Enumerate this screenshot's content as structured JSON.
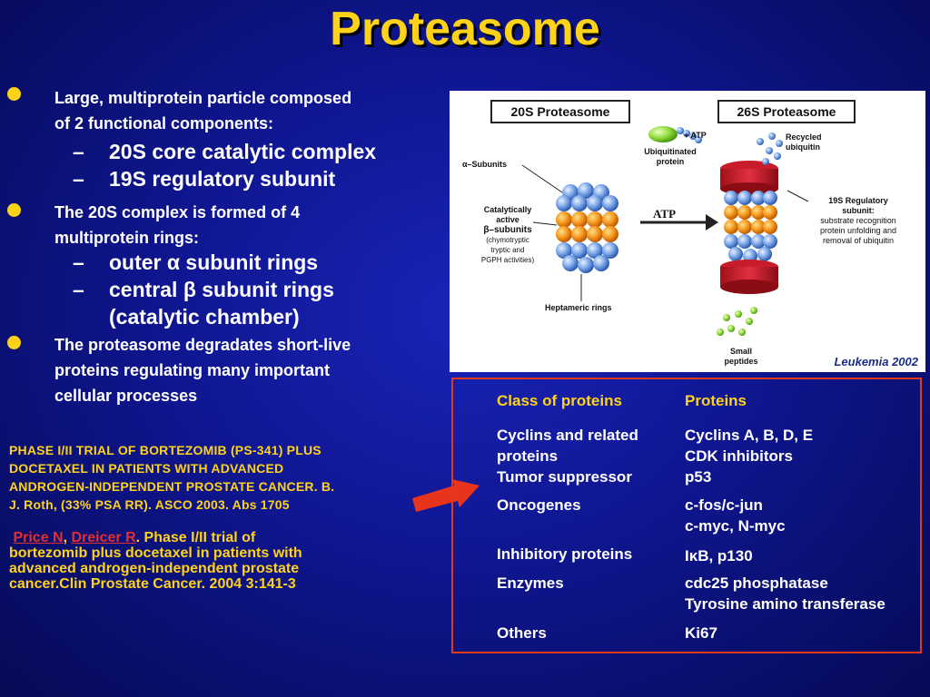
{
  "title": "Proteasome",
  "bullets": [
    {
      "text_line1": "Large, multiprotein particle composed",
      "text_line2": "of 2 functional components:"
    },
    {
      "sub1": "20S core catalytic complex",
      "sub2": "19S regulatory subunit"
    },
    {
      "text_line1": "The 20S complex is formed of 4",
      "text_line2": "multiprotein rings:"
    },
    {
      "sub1": "outer α subunit rings",
      "sub2": "central β subunit rings",
      "sub3": "(catalytic chamber)"
    },
    {
      "text_line1": "The proteasome degradates short-live",
      "text_line2": "proteins regulating many important",
      "text_line3": "cellular processes"
    }
  ],
  "dash": "–",
  "trial1": [
    "PHASE I/II TRIAL OF BORTEZOMIB (PS-341) PLUS",
    "DOCETAXEL IN PATIENTS WITH ADVANCED",
    "ANDROGEN-INDEPENDENT PROSTATE CANCER. B.",
    "J. Roth, (33% PSA RR). ASCO 2003. Abs 1705"
  ],
  "trial2": {
    "link1": "Price N",
    "sep": ", ",
    "link2": "Dreicer R",
    "rest_line1": ". Phase I/II trial of",
    "line2": "bortezomib plus docetaxel in patients with",
    "line3": "advanced androgen-independent prostate",
    "line4": "cancer.Clin Prostate Cancer. 2004 3:141-3"
  },
  "figure": {
    "title_20s": "20S Proteasome",
    "title_26s": "26S Proteasome",
    "alpha_subunits": "α–Subunits",
    "catalytic_1": "Catalytically",
    "catalytic_2": "active",
    "catalytic_3": "β–subunits",
    "catalytic_4": "(chymotryptic",
    "catalytic_5": "tryptic and",
    "catalytic_6": "PGPH activities)",
    "heptameric": "Heptameric rings",
    "atp_top": "+ ATP",
    "ubiq_1": "Ubiquitinated",
    "ubiq_2": "protein",
    "recycled_1": "Recycled",
    "recycled_2": "ubiquitin",
    "atp_arrow": "ATP",
    "reg_1": "19S Regulatory",
    "reg_2": "subunit:",
    "reg_3": "substrate recognition",
    "reg_4": "protein unfolding and",
    "reg_5": "removal of ubiquitin",
    "small_1": "Small",
    "small_2": "peptides",
    "citation": "Leukemia 2002"
  },
  "table": {
    "headers": [
      "Class of proteins",
      "Proteins"
    ],
    "rows": [
      {
        "cls": [
          "Cyclins and related",
          "proteins"
        ],
        "prot": [
          "Cyclins A, B, D, E",
          "CDK inhibitors"
        ]
      },
      {
        "cls": [
          "Tumor suppressor"
        ],
        "prot": [
          "p53"
        ]
      },
      {
        "cls": [
          "Oncogenes"
        ],
        "prot": [
          "c-fos/c-jun",
          "c-myc, N-myc"
        ]
      },
      {
        "cls": [
          "Inhibitory proteins"
        ],
        "prot": [
          "IκB, p130"
        ]
      },
      {
        "cls": [
          "Enzymes"
        ],
        "prot": [
          "cdc25 phosphatase",
          "Tyrosine amino transferase"
        ]
      },
      {
        "cls": [
          "Others"
        ],
        "prot": [
          "Ki67"
        ]
      }
    ]
  },
  "colors": {
    "accent": "#ffd21a",
    "background": "#0f1690",
    "border": "#e03a1a",
    "arrow": "#e8341a",
    "link": "#e03030"
  }
}
